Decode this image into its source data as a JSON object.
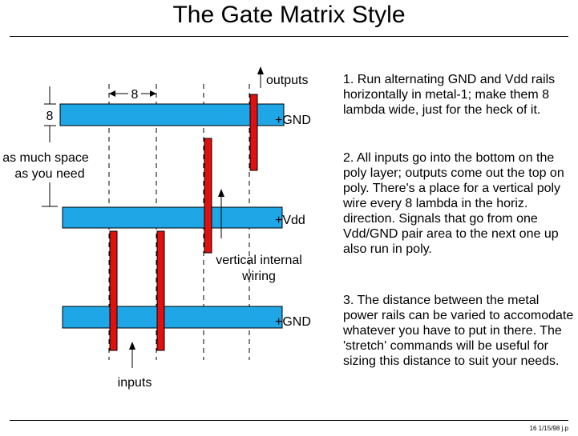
{
  "slide": {
    "title": "The Gate Matrix Style",
    "footer": "16   1/15/98  j.p"
  },
  "diagram": {
    "label_pitch": "8",
    "label_rail_width": "8",
    "label_space_line1": "as much space",
    "label_space_line2": "as you need",
    "label_outputs": "outputs",
    "label_inputs": "inputs",
    "label_internal_line1": "vertical internal",
    "label_internal_line2": "wiring",
    "rails": [
      {
        "name": "GND",
        "prefix": "+"
      },
      {
        "name": "Vdd",
        "prefix": "+"
      },
      {
        "name": "GND",
        "prefix": "+"
      }
    ],
    "colors": {
      "metal": "#1ea6e6",
      "poly": "#e0100f"
    }
  },
  "notes": [
    "1.  Run alternating GND and Vdd rails horizontally in metal-1; make them 8 lambda wide, just for the heck of it.",
    "2.  All inputs go into the bottom on the poly layer; outputs come out the top on poly.  There's a place for a vertical poly wire every 8 lambda in the horiz. direction.  Signals that go from one Vdd/GND pair area to the next one up also run in poly.",
    "3.  The distance between the metal power rails can be varied to accomodate whatever you have to put in there.  The 'stretch' commands will be useful for sizing this distance to suit your needs."
  ]
}
